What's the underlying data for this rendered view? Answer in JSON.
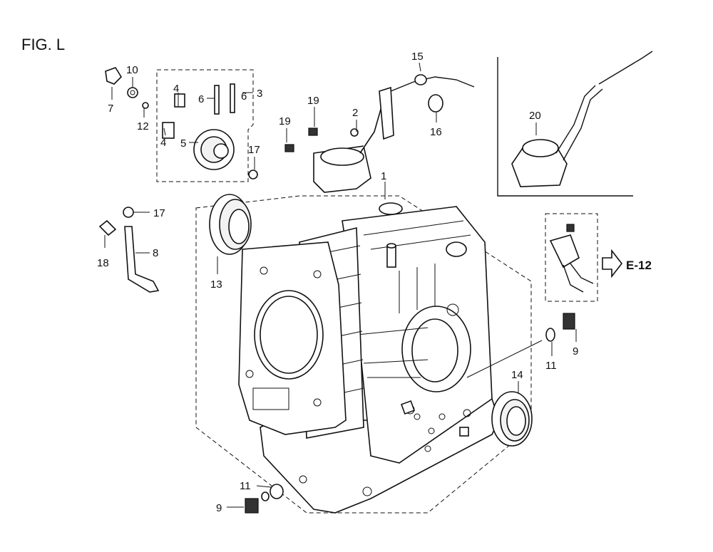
{
  "figure": {
    "title": "FIG. L"
  },
  "reference": {
    "label": "E-12"
  },
  "callouts": [
    {
      "id": "c1",
      "text": "1"
    },
    {
      "id": "c2",
      "text": "2"
    },
    {
      "id": "c3",
      "text": "3"
    },
    {
      "id": "c4a",
      "text": "4"
    },
    {
      "id": "c4b",
      "text": "4"
    },
    {
      "id": "c5",
      "text": "5"
    },
    {
      "id": "c6a",
      "text": "6"
    },
    {
      "id": "c6b",
      "text": "6"
    },
    {
      "id": "c7",
      "text": "7"
    },
    {
      "id": "c8",
      "text": "8"
    },
    {
      "id": "c9a",
      "text": "9"
    },
    {
      "id": "c9b",
      "text": "9"
    },
    {
      "id": "c10",
      "text": "10"
    },
    {
      "id": "c11a",
      "text": "11"
    },
    {
      "id": "c11b",
      "text": "11"
    },
    {
      "id": "c12",
      "text": "12"
    },
    {
      "id": "c13",
      "text": "13"
    },
    {
      "id": "c14",
      "text": "14"
    },
    {
      "id": "c15",
      "text": "15"
    },
    {
      "id": "c16",
      "text": "16"
    },
    {
      "id": "c17a",
      "text": "17"
    },
    {
      "id": "c17b",
      "text": "17"
    },
    {
      "id": "c18",
      "text": "18"
    },
    {
      "id": "c19a",
      "text": "19"
    },
    {
      "id": "c19b",
      "text": "19"
    },
    {
      "id": "c20",
      "text": "20"
    }
  ]
}
